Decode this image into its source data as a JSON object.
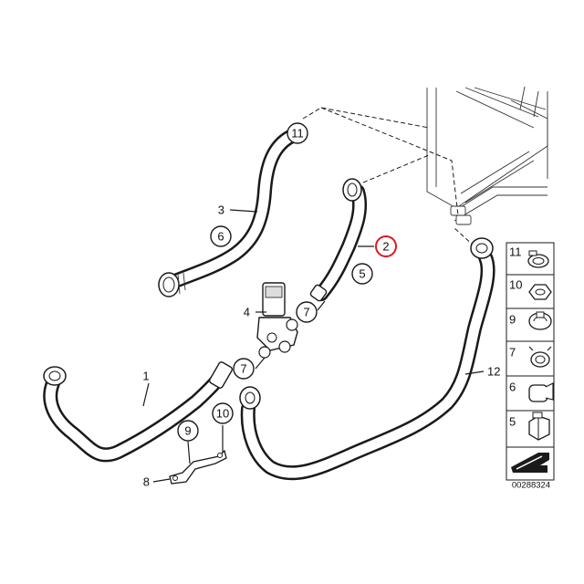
{
  "diagram": {
    "callouts": {
      "c1": "1",
      "c2": "2",
      "c3": "3",
      "c4": "4",
      "c5": "5",
      "c6": "6",
      "c7a": "7",
      "c7b": "7",
      "c8": "8",
      "c9": "9",
      "c10": "10",
      "c11": "11",
      "c12": "12"
    },
    "highlight_color": "#e0161d"
  },
  "parts_panel": {
    "items": [
      {
        "number": "11",
        "icon": "hose-clamp-icon"
      },
      {
        "number": "10",
        "icon": "hex-nut-icon"
      },
      {
        "number": "9",
        "icon": "clamp-icon"
      },
      {
        "number": "7",
        "icon": "spring-clamp-icon"
      },
      {
        "number": "6",
        "icon": "hose-clip-icon"
      },
      {
        "number": "5",
        "icon": "retaining-clip-icon"
      }
    ],
    "footer_icon": "arrow-icon"
  },
  "reference": "00288324"
}
